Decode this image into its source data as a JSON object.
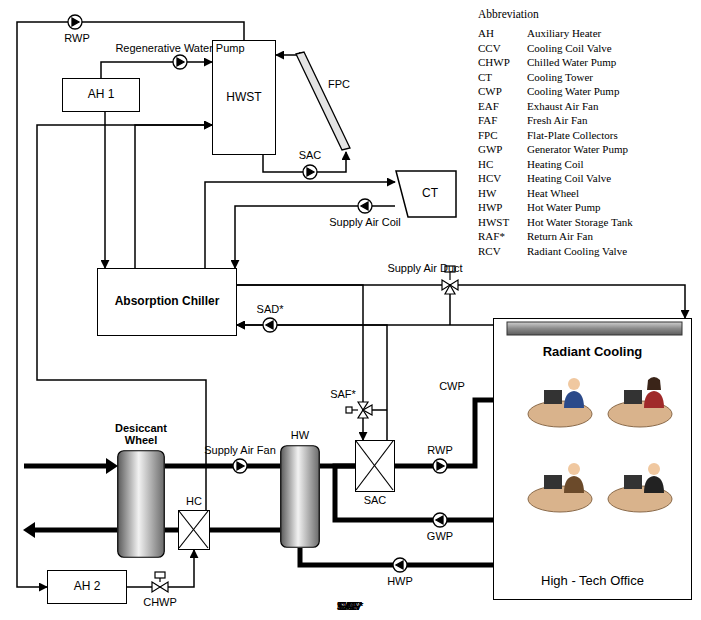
{
  "diagram": {
    "nodes": [
      {
        "text": [
          "AH 1"
        ]
      },
      {
        "text": [
          "HWST"
        ]
      },
      {
        "text": [
          "FPC"
        ]
      },
      {
        "text": [
          "CT"
        ]
      },
      {
        "text": [
          "Absorption Chiller"
        ]
      },
      {
        "text": [
          "Radiant Cooling",
          "High - Tech Office"
        ]
      },
      {
        "text": [
          "Desiccant Wheel"
        ]
      },
      {
        "text": [
          "HW"
        ]
      },
      {
        "text": [
          "SAC"
        ]
      },
      {
        "text": [
          "HC"
        ]
      },
      {
        "text": [
          "AH 2"
        ]
      }
    ],
    "edges": [
      {
        "from": 0,
        "to": 1,
        "arrow": "to"
      },
      {
        "from": 0,
        "to": 4,
        "arrow": "to"
      },
      {
        "from": 4,
        "to": 1,
        "arrow": "to"
      },
      {
        "from": 1,
        "to": 2,
        "arrow": "to"
      },
      {
        "from": 2,
        "to": 1,
        "arrow": "to"
      },
      {
        "from": 1,
        "to": 10,
        "arrow": "to"
      },
      {
        "from": 10,
        "to": 9,
        "arrow": "to"
      },
      {
        "from": 9,
        "to": 1,
        "arrow": "to"
      },
      {
        "from": 4,
        "to": 3,
        "arrow": "to"
      },
      {
        "from": 3,
        "to": 4,
        "arrow": "to"
      },
      {
        "from": 4,
        "to": 5,
        "arrow": "to"
      },
      {
        "from": 5,
        "to": 4,
        "arrow": "to"
      },
      {
        "from": 4,
        "to": 8,
        "arrow": "to"
      },
      {
        "from": 8,
        "to": 4,
        "arrow": "to"
      },
      {
        "from": 6,
        "to": 7,
        "arrow": "none"
      },
      {
        "from": 7,
        "to": 8,
        "arrow": "none"
      },
      {
        "from": 8,
        "to": 5,
        "arrow": "none"
      },
      {
        "from": 5,
        "to": 8,
        "arrow": "none"
      },
      {
        "from": 5,
        "to": 7,
        "arrow": "none"
      },
      {
        "from": 7,
        "to": 9,
        "arrow": "none"
      },
      {
        "from": 9,
        "to": 6,
        "arrow": "none"
      }
    ],
    "labels": [
      "Abbreviation",
      "AH",
      "Auxiliary Heater",
      "CCV",
      "Cooling Coil Valve",
      "CHWP",
      "Chilled Water Pump",
      "CT",
      "Cooling Tower",
      "CWP",
      "Cooling Water Pump",
      "EAF",
      "Exhaust Air Fan",
      "FAF",
      "Fresh Air Fan",
      "FPC",
      "Flat-Plate Collectors",
      "GWP",
      "Generator Water Pump",
      "HC",
      "Heating Coil",
      "HCV",
      "Heating Coil Valve",
      "HW",
      "Heat Wheel",
      "HWP",
      "Hot Water Pump",
      "HWST",
      "Hot Water Storage Tank",
      "RAF*",
      "Return Air Fan",
      "RCV",
      "Radiant Cooling Valve",
      "RWP",
      "Regenerative Water Pump",
      "SAC",
      "Supply Air Coil",
      "SAD*",
      "Supply Air Duct",
      "SAF*",
      "Supply Air Fan",
      "RWP",
      "GWP",
      "HWP",
      "CWP",
      "CHWP",
      "RCV",
      "CCV",
      "FAF",
      "SAF*",
      "RAF*",
      "EAF",
      "SAD*",
      "HCV"
    ]
  }
}
